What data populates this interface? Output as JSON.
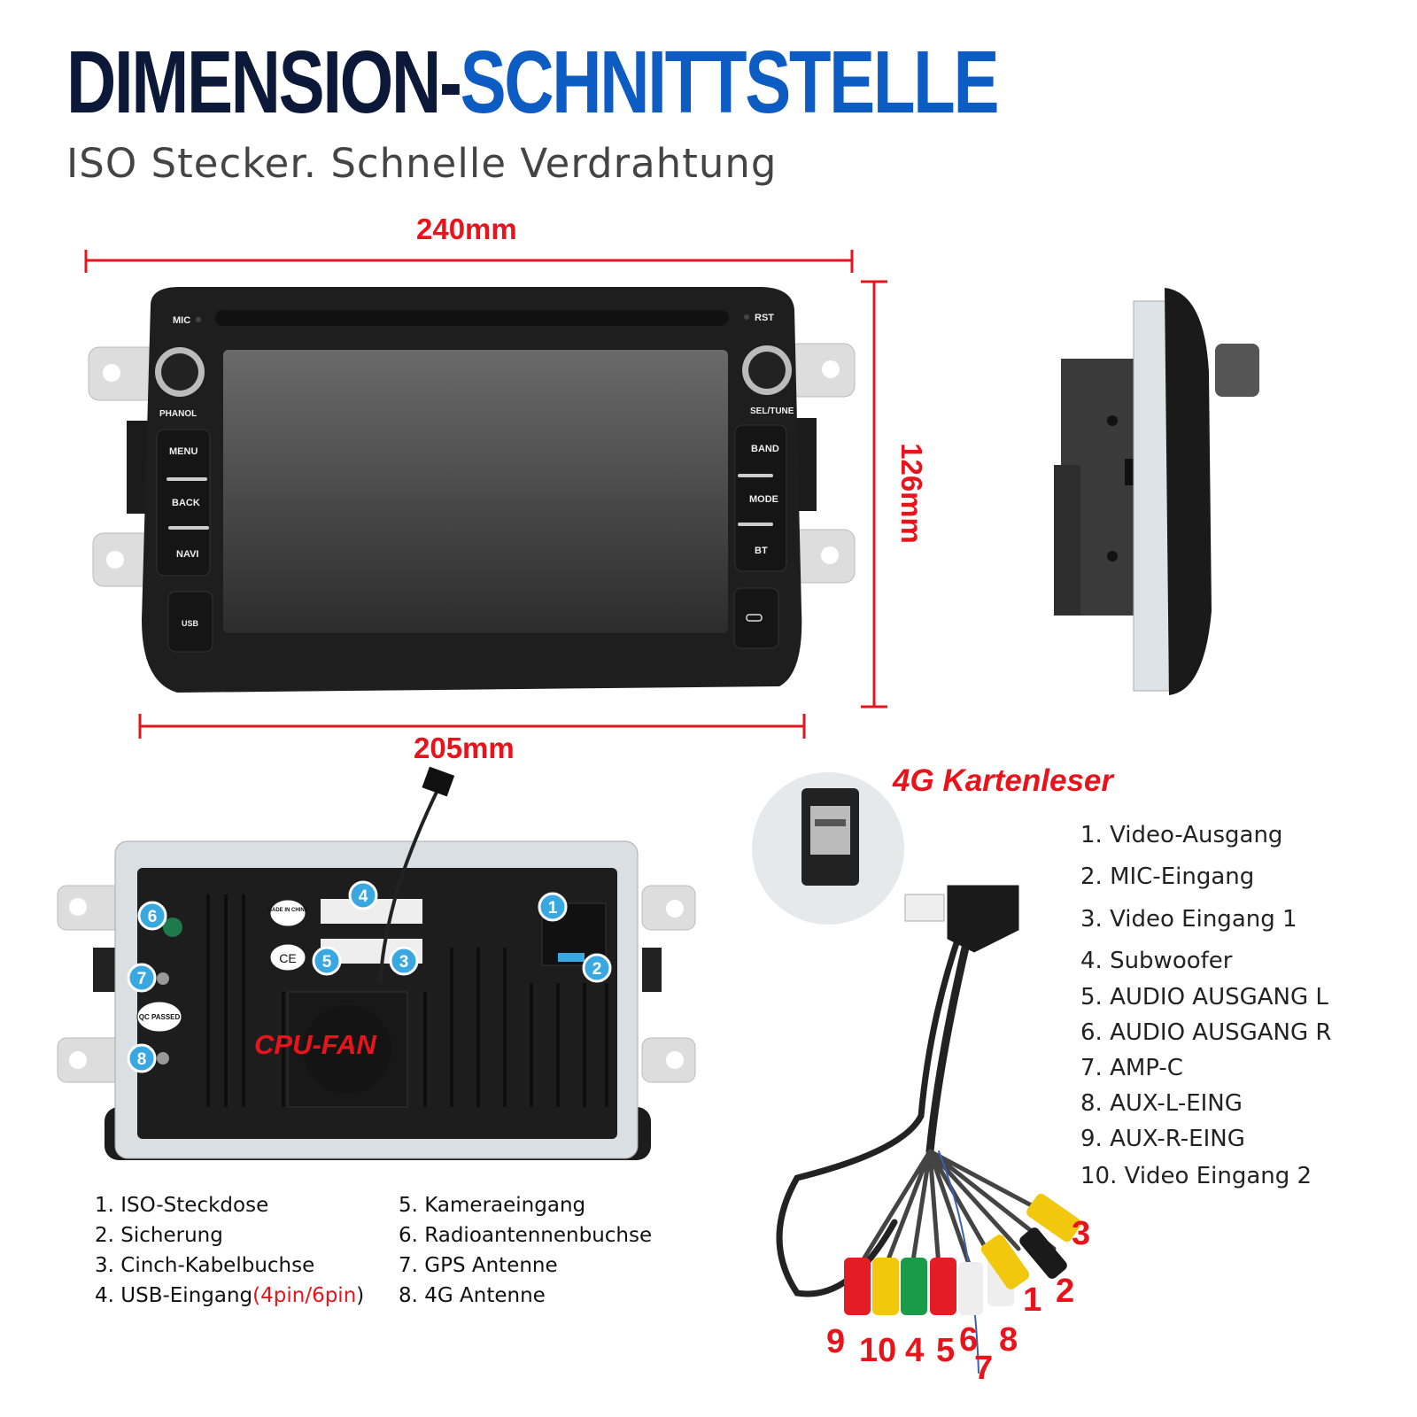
{
  "title": {
    "part1": "DIMENSION-",
    "part2": "SCHNITTSTELLE"
  },
  "subtitle": "ISO Stecker. Schnelle Verdrahtung",
  "dimensions": {
    "width_top": "240mm",
    "height": "126mm",
    "width_bottom": "205mm"
  },
  "front_panel": {
    "mic": "MIC",
    "rst": "RST",
    "left_knob": "PHANOL",
    "right_knob": "SEL/TUNE",
    "left_buttons": [
      "MENU",
      "BACK",
      "NAVI"
    ],
    "right_buttons": [
      "BAND",
      "MODE",
      "BT"
    ],
    "usb": "USB"
  },
  "back_panel": {
    "fan_label": "CPU-FAN",
    "badges": [
      "1",
      "2",
      "3",
      "4",
      "5",
      "6",
      "7",
      "8"
    ],
    "stickers": {
      "made_in": "MADE IN CHINA",
      "ce": "CE",
      "qc": "QC PASSED"
    }
  },
  "back_legend_left": [
    "1. ISO-Steckdose",
    "2. Sicherung",
    "3. Cinch-Kabelbuchse"
  ],
  "back_legend_usb": {
    "prefix": "4. USB-Eingang",
    "open": "(",
    "highlight": "4pin/6pin",
    "close": ")"
  },
  "back_legend_right": [
    "5. Kameraeingang",
    "6. Radioantennenbuchse",
    "7. GPS Antenne",
    "8. 4G Antenne"
  ],
  "card_reader_label": "4G Kartenleser",
  "cable_legend": [
    "1. Video-Ausgang",
    "2. MIC-Eingang",
    "3. Video Eingang 1",
    "4. Subwoofer",
    "5. AUDIO AUSGANG L",
    "6. AUDIO AUSGANG R",
    "7. AMP-C",
    "8. AUX-L-EING",
    "9. AUX-R-EING",
    "10. Video Eingang 2"
  ],
  "cable_numbers": [
    "9",
    "10",
    "4",
    "5",
    "6",
    "7",
    "8",
    "1",
    "2",
    "3"
  ],
  "colors": {
    "accent_red": "#e8141b",
    "title_dark": "#0b1838",
    "title_blue": "#0d5cc4",
    "badge_blue": "#3aa8e0"
  }
}
